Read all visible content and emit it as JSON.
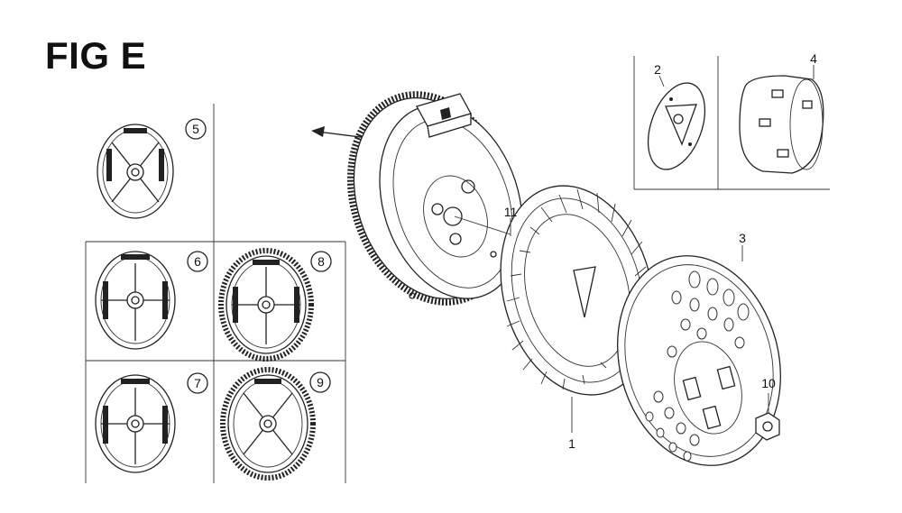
{
  "title": "FIG E",
  "callouts": {
    "c1": "1",
    "c2": "2",
    "c3": "3",
    "c4": "4",
    "c5": "5",
    "c6": "6",
    "c7": "7",
    "c8": "8",
    "c9": "9",
    "c10": "10",
    "c11": "11"
  }
}
